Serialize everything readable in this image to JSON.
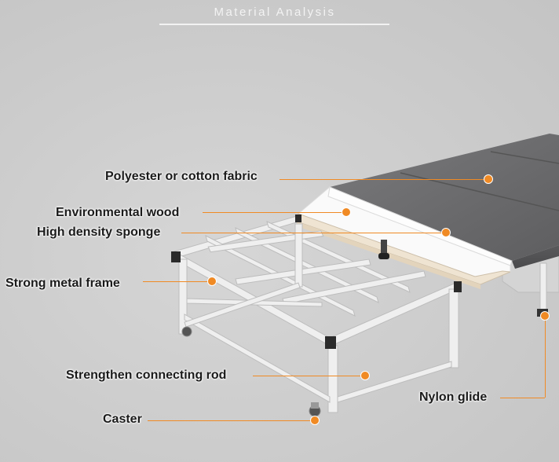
{
  "header": {
    "title": "Material Analysis"
  },
  "labels": {
    "fabric": "Polyester or cotton fabric",
    "wood": "Environmental wood",
    "sponge": "High density sponge",
    "frame": "Strong metal frame",
    "rod": "Strengthen connecting rod",
    "glide": "Nylon glide",
    "caster": "Caster"
  },
  "colors": {
    "accent": "#f08a24",
    "fabric": "#6e6e70",
    "frame": "#eeeeee",
    "wood": "#efe6d8",
    "sponge": "#fbfbfb"
  }
}
